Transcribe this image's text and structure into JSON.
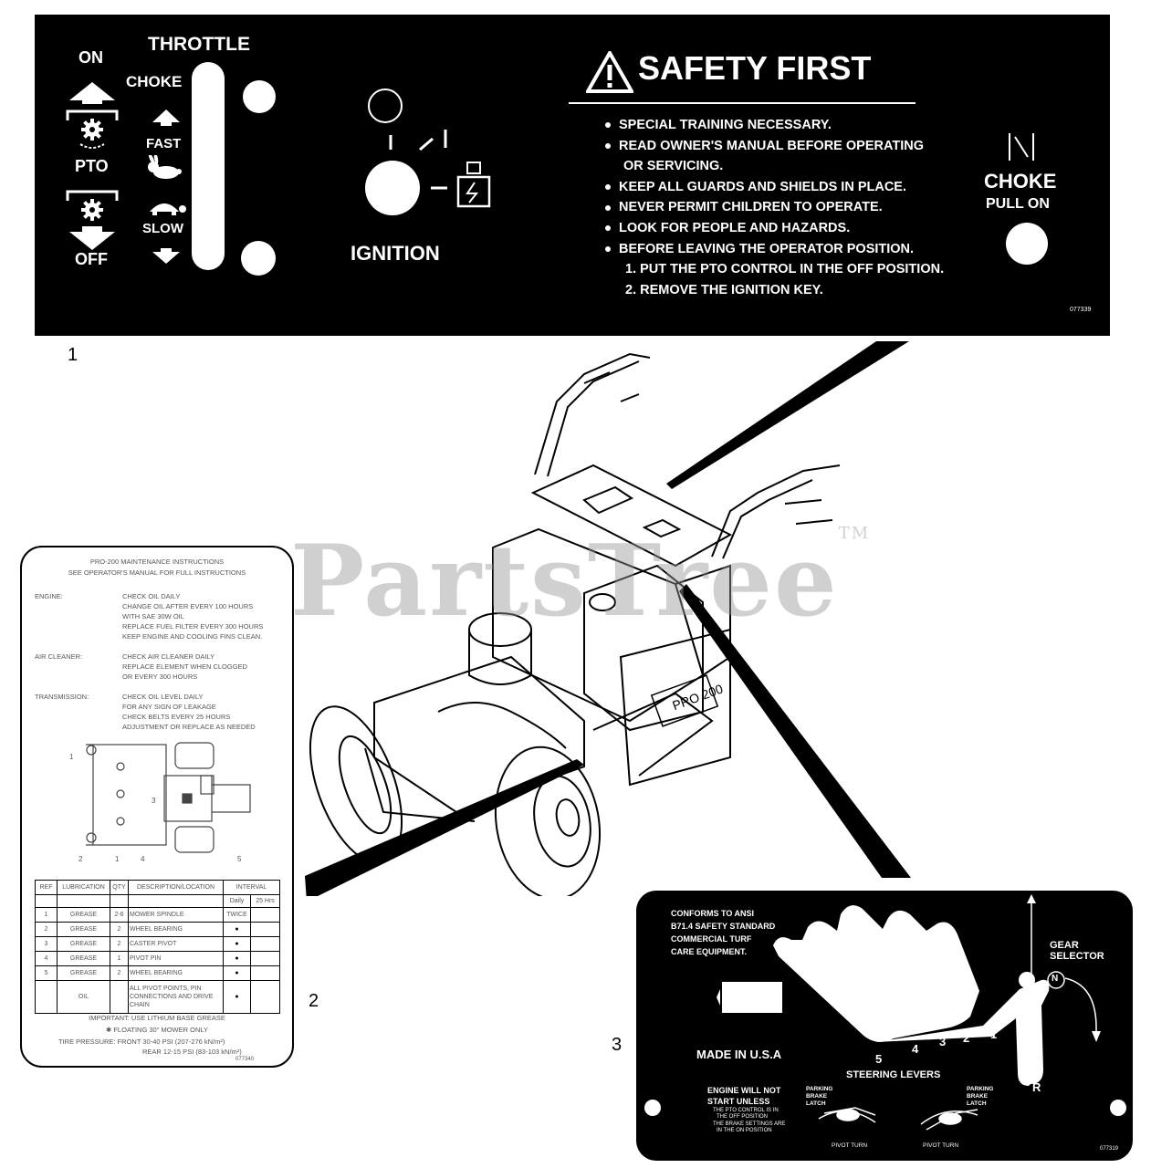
{
  "decal1": {
    "labels": {
      "throttle": "THROTTLE",
      "on": "ON",
      "choke_top": "CHOKE",
      "pto": "PTO",
      "fast": "FAST",
      "slow": "SLOW",
      "off": "OFF",
      "ignition": "IGNITION",
      "safety_first": "SAFETY FIRST",
      "choke_right": "CHOKE",
      "pull_on": "PULL ON",
      "part_no": "077339"
    },
    "safety_items": [
      "SPECIAL TRAINING NECESSARY.",
      "READ OWNER'S MANUAL BEFORE OPERATING",
      "OR SERVICING.",
      "KEEP ALL GUARDS AND SHIELDS IN PLACE.",
      "NEVER PERMIT CHILDREN TO OPERATE.",
      "LOOK FOR PEOPLE AND HAZARDS.",
      "BEFORE LEAVING THE OPERATOR POSITION.",
      "1.   PUT THE PTO CONTROL IN THE OFF POSITION.",
      "2.   REMOVE THE IGNITION KEY."
    ]
  },
  "callouts": {
    "c1": "1",
    "c2": "2",
    "c3": "3"
  },
  "watermark": {
    "text": "PartsTree",
    "tm": "TM"
  },
  "machine": {
    "badge": "PRO 200"
  },
  "decal2": {
    "title": "PRO-200 MAINTENANCE INSTRUCTIONS",
    "subtitle": "SEE OPERATOR'S MANUAL FOR FULL INSTRUCTIONS",
    "sections": [
      {
        "name": "ENGINE:",
        "lines": [
          "CHECK OIL DAILY",
          "CHANGE OIL AFTER EVERY 100 HOURS",
          "WITH SAE 30W OIL",
          "REPLACE FUEL FILTER EVERY 300 HOURS",
          "KEEP ENGINE AND COOLING FINS CLEAN."
        ]
      },
      {
        "name": "AIR CLEANER:",
        "lines": [
          "CHECK AIR CLEANER DAILY",
          "REPLACE ELEMENT WHEN CLOGGED",
          "OR EVERY 300 HOURS"
        ]
      },
      {
        "name": "TRANSMISSION:",
        "lines": [
          "CHECK OIL LEVEL DAILY",
          "FOR ANY SIGN OF LEAKAGE",
          "CHECK BELTS EVERY 25 HOURS",
          "ADJUSTMENT OR REPLACE AS NEEDED"
        ]
      }
    ],
    "diagram_labels": [
      "1",
      "2",
      "1",
      "4",
      "5",
      "3"
    ],
    "table": {
      "headers": [
        "REF",
        "LUBRICATION",
        "QTY",
        "DESCRIPTION/LOCATION",
        "INTERVAL"
      ],
      "subheaders": [
        "Daily",
        "25 Hrs"
      ],
      "rows": [
        [
          "1",
          "GREASE",
          "2-6",
          "MOWER SPINDLE",
          "TWICE"
        ],
        [
          "2",
          "GREASE",
          "2",
          "WHEEL BEARING",
          "●"
        ],
        [
          "3",
          "GREASE",
          "2",
          "CASTER PIVOT",
          "●"
        ],
        [
          "4",
          "GREASE",
          "1",
          "PIVOT PIN",
          "●"
        ],
        [
          "5",
          "GREASE",
          "2",
          "WHEEL BEARING",
          "●"
        ],
        [
          "",
          "OIL",
          "",
          "ALL PIVOT POINTS, PIN CONNECTIONS AND DRIVE CHAIN",
          "●"
        ]
      ]
    },
    "footer": [
      "IMPORTANT: USE LITHIUM BASE GREASE",
      "✱ FLOATING 30\" MOWER ONLY",
      "TIRE PRESSURE:   FRONT 30-40 PSI (207-276 kN/m²)",
      "REAR 12-15 PSI (83-103 kN/m²)"
    ],
    "part_no": "077340"
  },
  "decal3": {
    "conforms": [
      "CONFORMS TO ANSI",
      "B71.4 SAFETY STANDARD",
      "COMMERCIAL TURF",
      "CARE EQUIPMENT."
    ],
    "gear_selector": [
      "GEAR",
      "SELECTOR"
    ],
    "neutral": "N",
    "reverse": "R",
    "gears": [
      "1",
      "2",
      "3",
      "4",
      "5"
    ],
    "made_in": "MADE IN U.S.A",
    "steering": "STEERING LEVERS",
    "engine_warning": [
      "ENGINE WILL NOT",
      "START UNLESS"
    ],
    "engine_conditions": [
      "THE PTO CONTROL IS IN",
      "THE OFF POSITION",
      "THE BRAKE SETTINGS ARE",
      "IN THE ON POSITION"
    ],
    "parking_brake_left": [
      "PARKING",
      "BRAKE",
      "LATCH"
    ],
    "parking_brake_right": [
      "PARKING",
      "BRAKE",
      "LATCH"
    ],
    "pivot_turn_left": "PIVOT TURN",
    "pivot_turn_right": "PIVOT TURN",
    "part_no": "077319"
  }
}
